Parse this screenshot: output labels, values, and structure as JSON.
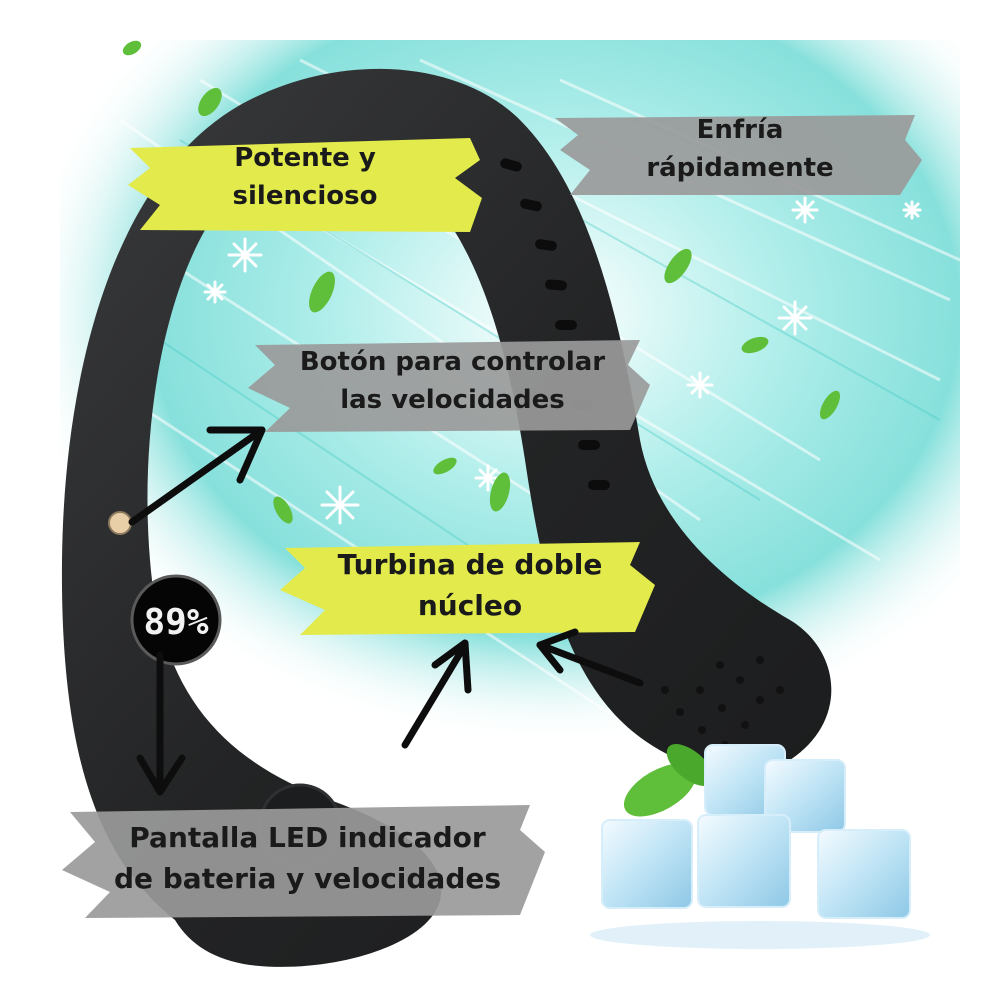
{
  "labels": {
    "powerful": {
      "line1": "Potente y",
      "line2": "silencioso"
    },
    "cools": {
      "line1": "Enfría",
      "line2": "rápidamente"
    },
    "button": {
      "line1": "Botón para controlar",
      "line2": "las velocidades"
    },
    "turbine": {
      "line1": "Turbina de doble",
      "line2": "núcleo"
    },
    "display": {
      "line1": "Pantalla LED indicador",
      "line2": "de bateria y velocidades"
    }
  },
  "led_readout": "89%",
  "colors": {
    "highlight_yellow": "#e2ea4c",
    "highlight_gray": "#9a9a9a",
    "device_body": "#2a2b2c",
    "mist_cyan": "#7fe0dc",
    "leaf_green": "#5fbf3a",
    "arrow": "#0d0d0d"
  }
}
